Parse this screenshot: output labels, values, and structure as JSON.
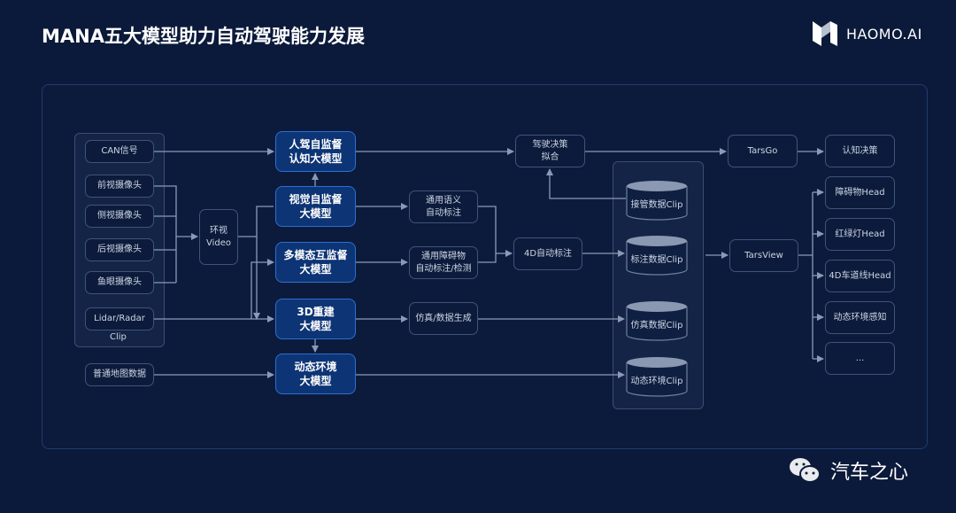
{
  "header": {
    "title": "MANA五大模型助力自动驾驶能力发展",
    "logo_text": "HAOMO.AI",
    "logo_icon": "haomo-m-logo-icon"
  },
  "inputs": {
    "can": "CAN信号",
    "cameras": [
      "前视摄像头",
      "侧视摄像头",
      "后视摄像头",
      "鱼眼摄像头"
    ],
    "lidar": "Lidar/Radar",
    "group_label": "Clip",
    "map": "普通地图数据"
  },
  "surround_video": "环视\nVideo",
  "models": [
    "人驾自监督\n认知大模型",
    "视觉自监督\n大模型",
    "多模态互监督\n大模型",
    "3D重建\n大模型",
    "动态环境\n大模型"
  ],
  "processing": {
    "decision_fit": "驾驶决策\n拟合",
    "semantic_label": "通用语义\n自动标注",
    "obstacle_label": "通用障碍物\n自动标注/检测",
    "auto_4d": "4D自动标注",
    "sim_gen": "仿真/数据生成"
  },
  "databases": [
    "接管数据Clip",
    "标注数据Clip",
    "仿真数据Clip",
    "动态环境Clip"
  ],
  "outputs": {
    "tarsgo": "TarsGo",
    "cognition": "认知决策",
    "tarsview": "TarsView",
    "heads": [
      "障碍物Head",
      "红绿灯Head",
      "4D车道线Head",
      "动态环境感知",
      "..."
    ]
  },
  "watermark": {
    "icon": "wechat-icon",
    "text": "汽车之心"
  },
  "colors": {
    "background": "#0b1a3a",
    "model_fill": "#0d3475",
    "model_border": "#2d6fd0",
    "line": "#8a9ab5"
  }
}
